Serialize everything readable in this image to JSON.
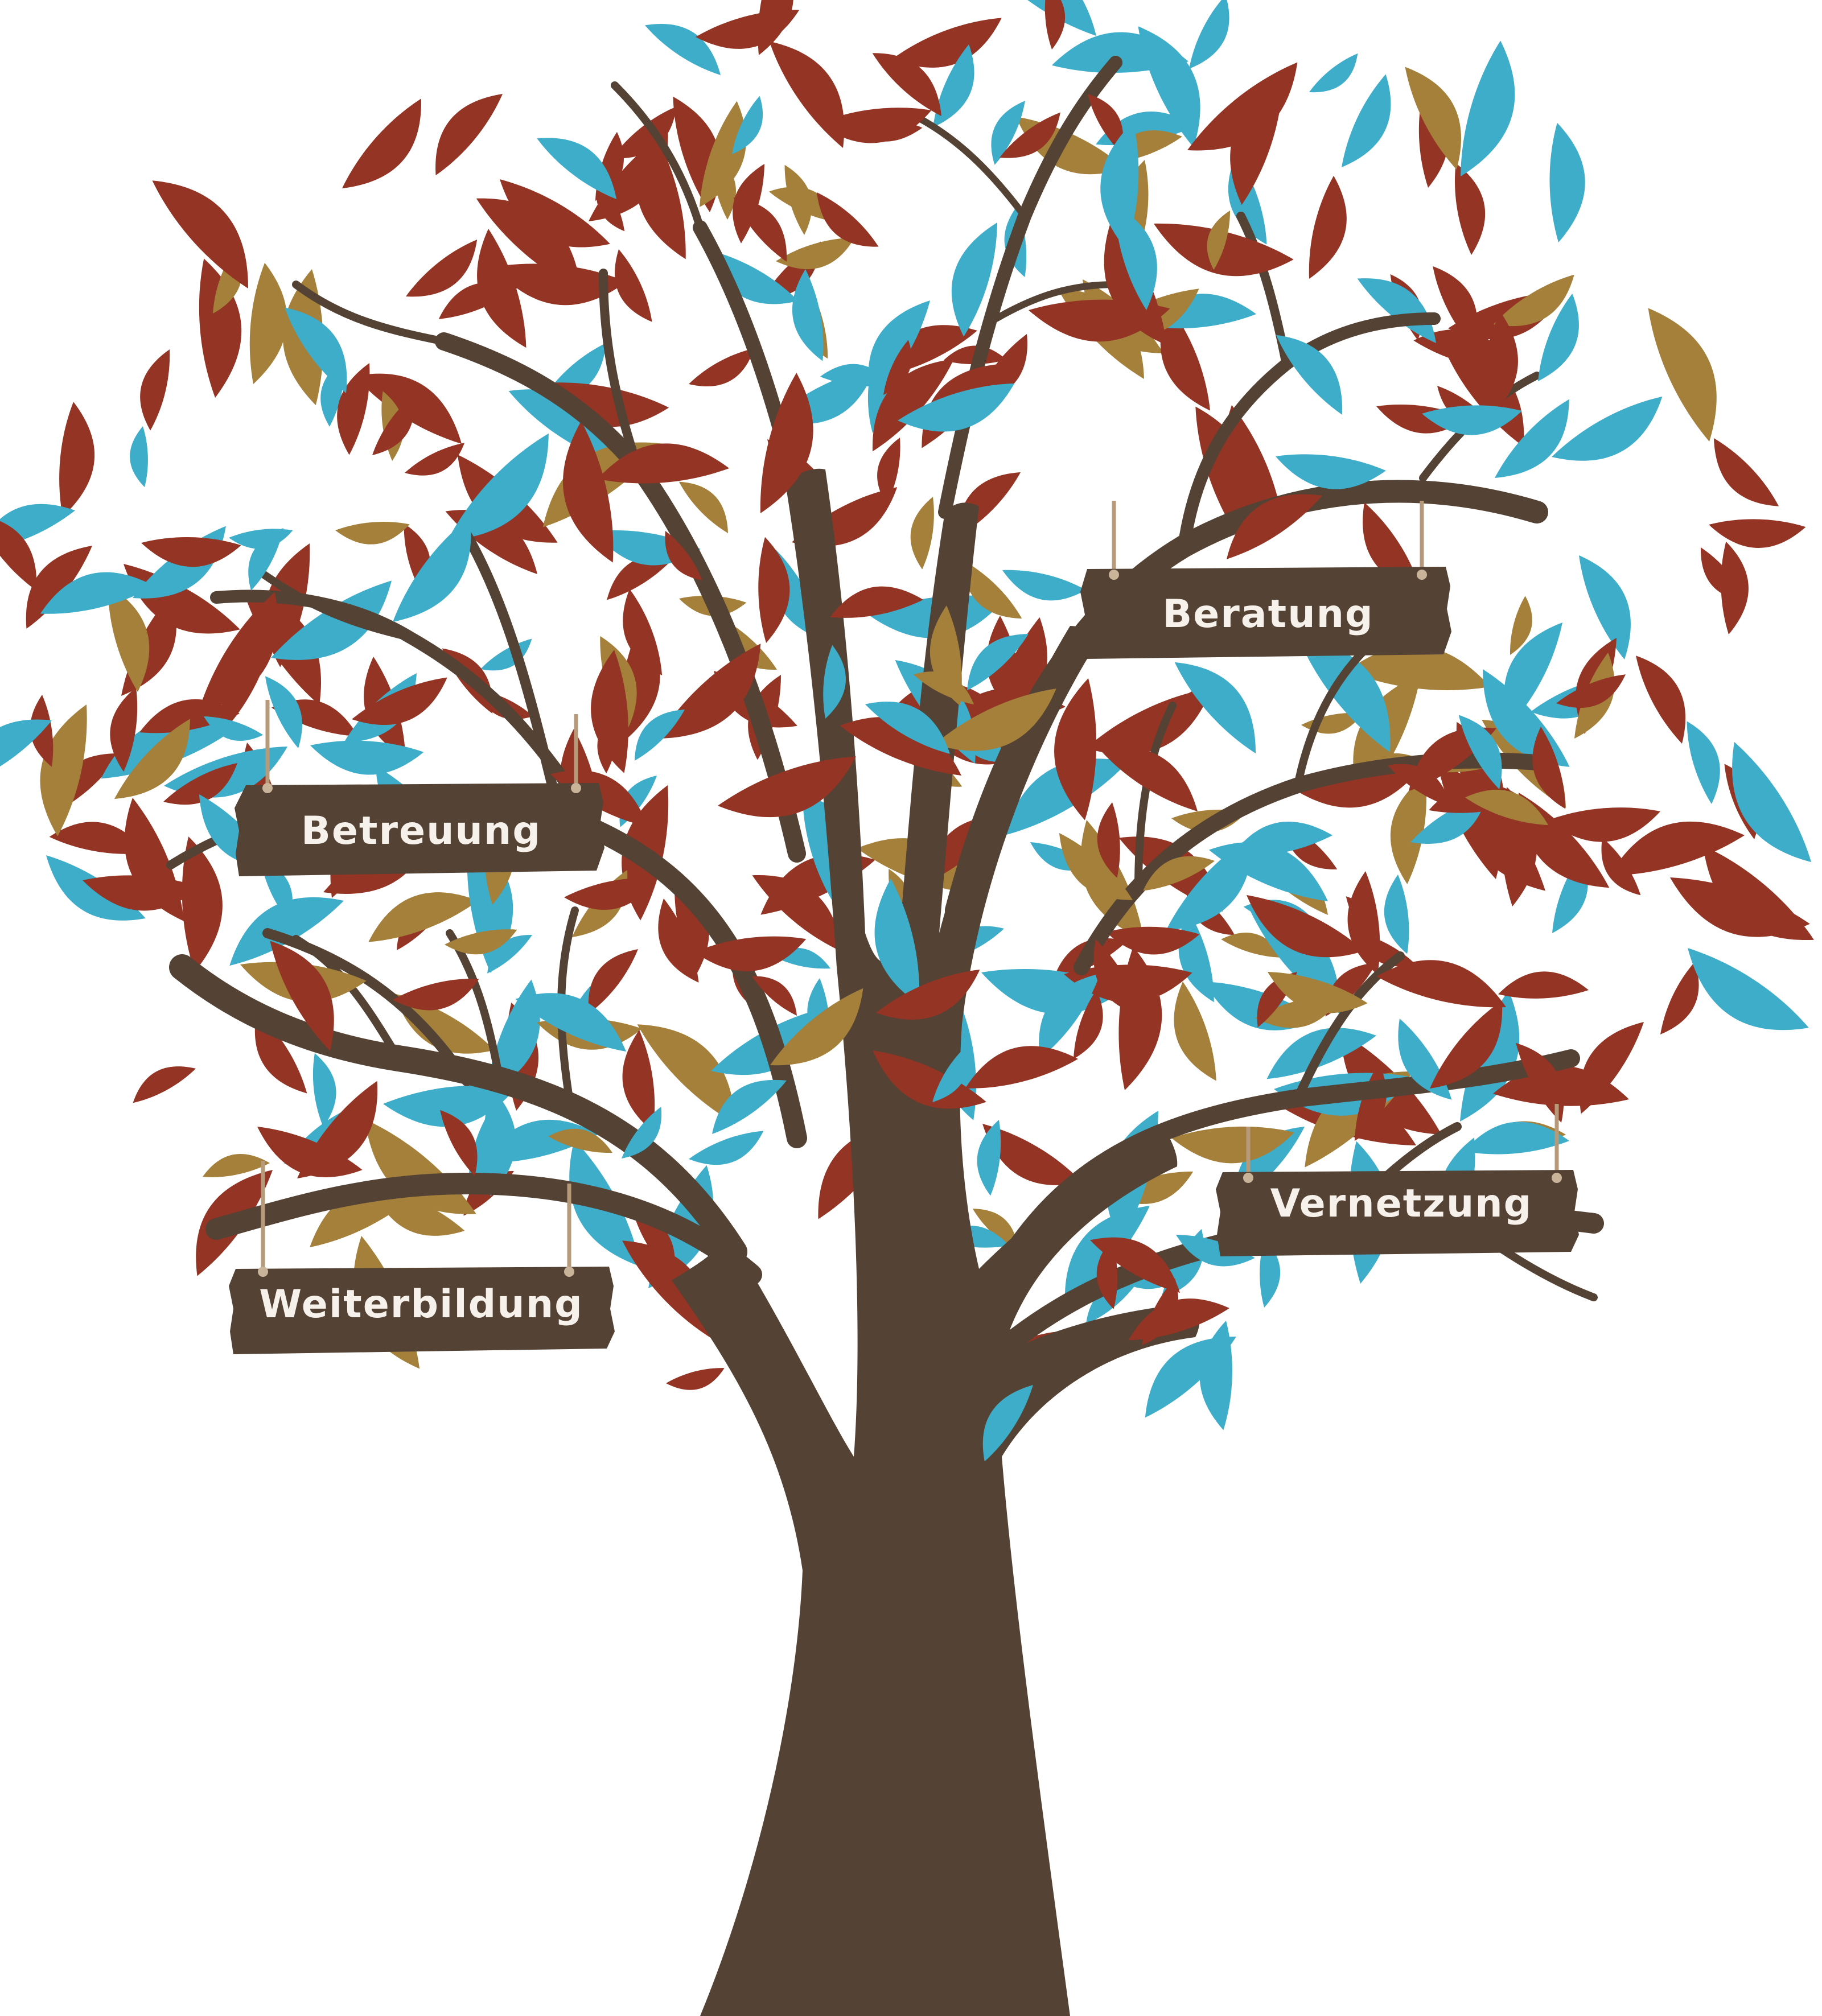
{
  "signs": {
    "beratung": "Beratung",
    "betreuung": "Betreuung",
    "vernetzung": "Vernetzung",
    "weiterbildung": "Weiterbildung"
  },
  "colors": {
    "background": "#ffffff",
    "trunk": "#544234",
    "sign_board": "#544234",
    "sign_text": "#f6f1ea",
    "rope": "#b79a7a",
    "leaf_red": "#943424",
    "leaf_blue": "#3eadc9",
    "leaf_gold": "#a4803b"
  }
}
